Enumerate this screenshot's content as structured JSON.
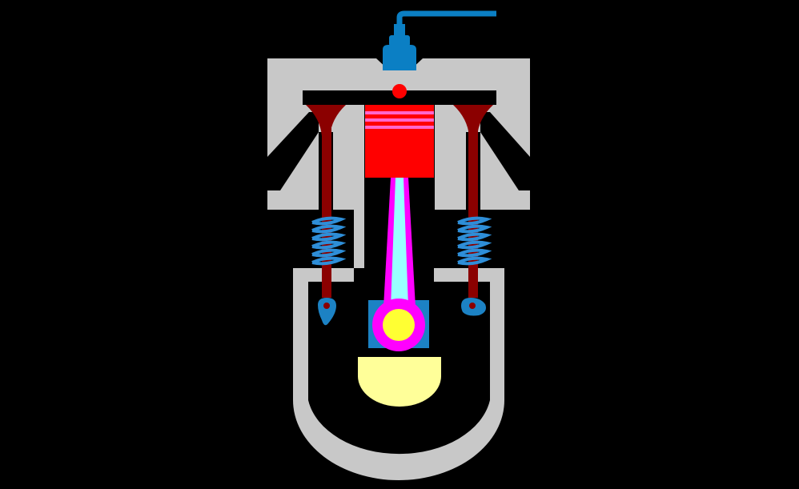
{
  "diagram": {
    "title": "",
    "labels": []
  },
  "colors": {
    "background": "#000000",
    "engine_block": "#c8c8c8",
    "spark_plug": "#0b7fc4",
    "spark": "#ff0000",
    "valves": "#8b0000",
    "piston": "#ff0000",
    "piston_rings": "#ff66cc",
    "connecting_rod_outer": "#ff00ff",
    "connecting_rod_inner": "#99ffff",
    "crank_pin": "#ffff33",
    "crank_counterweight": "#ffff99",
    "crank_block": "#1c82c4",
    "springs": "#2e8ed8",
    "cams": "#1c82c4"
  },
  "parts": [
    "spark-plug",
    "cylinder-head",
    "intake-valve",
    "exhaust-valve",
    "piston",
    "connecting-rod",
    "crankshaft",
    "valve-springs",
    "camshafts",
    "crankcase"
  ]
}
